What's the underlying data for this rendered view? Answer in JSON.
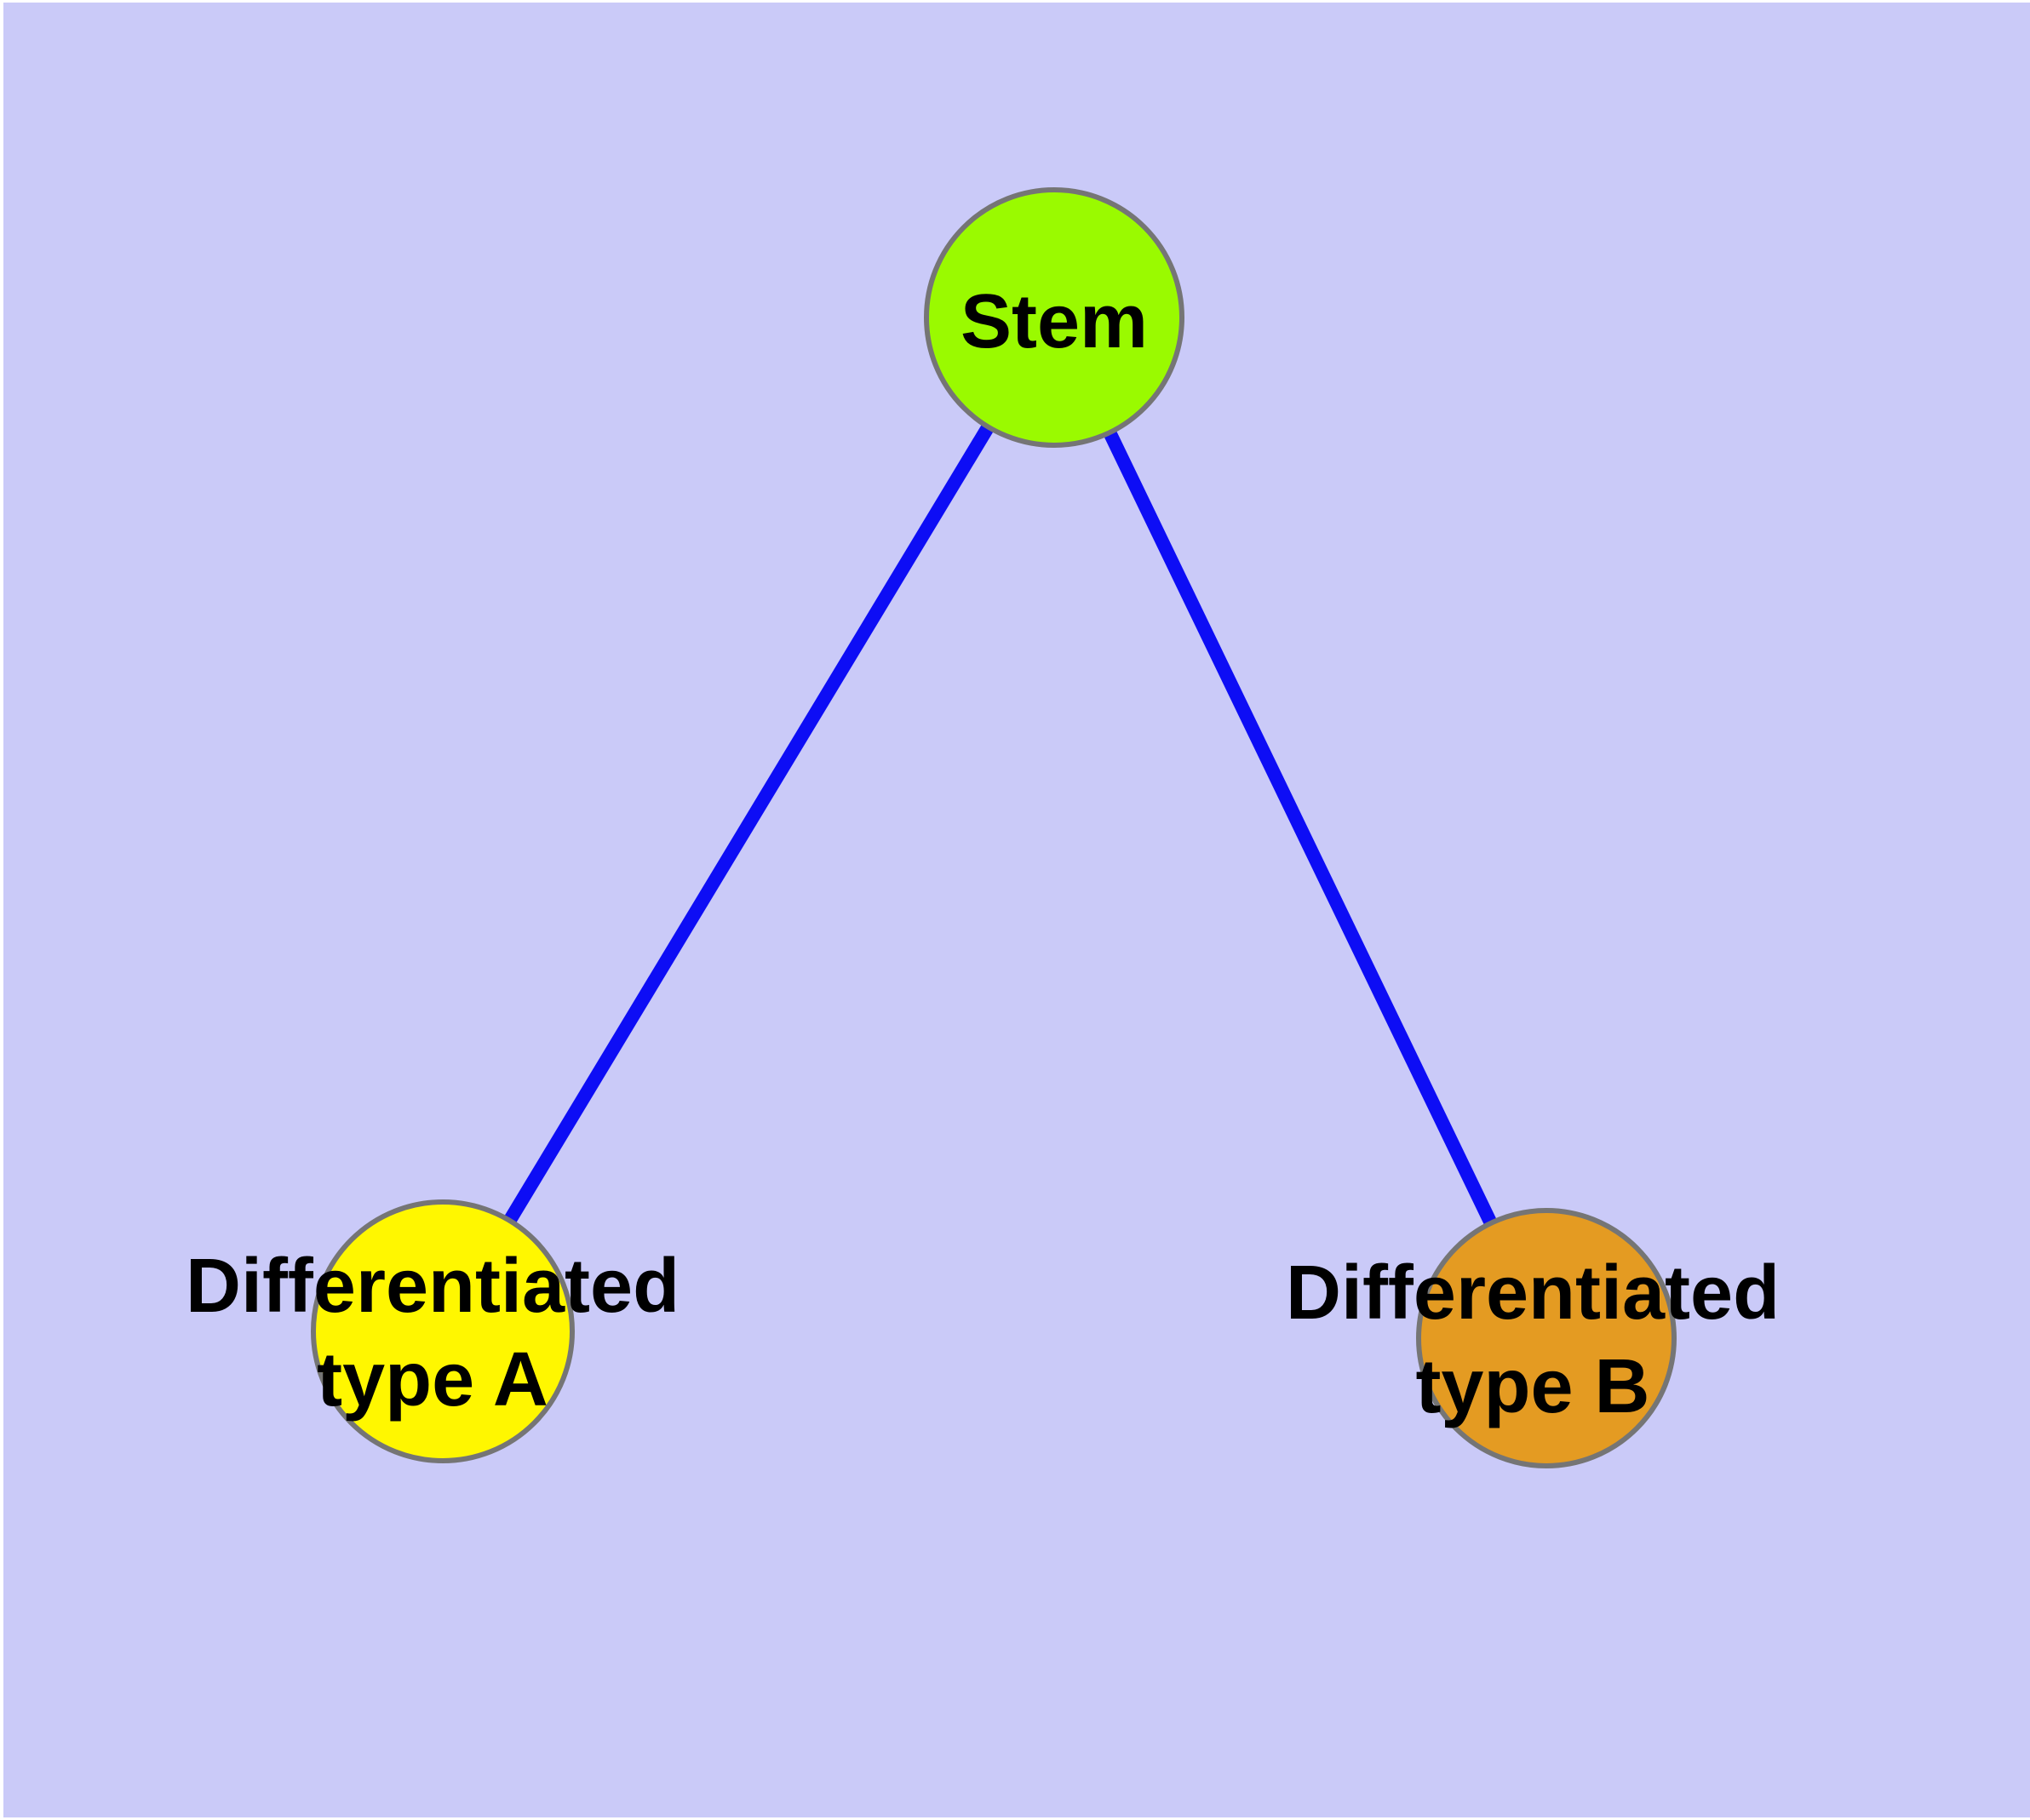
{
  "diagram": {
    "background_color": "#CACAF8",
    "margin_color": "#FFFFFF",
    "edge_color": "#0D0DF5",
    "node_border_color": "#757575",
    "label_color": "#000000",
    "nodes": {
      "stem": {
        "label": "Stem",
        "fill": "#9AFA00"
      },
      "type_a": {
        "label": "Differentiated\ntype A",
        "fill": "#FFF700"
      },
      "type_b": {
        "label": "Differentiated\ntype B",
        "fill": "#E49B22"
      }
    },
    "edges": [
      {
        "from": "Stem",
        "to": "Differentiated type A"
      },
      {
        "from": "Stem",
        "to": "Differentiated type B"
      }
    ]
  }
}
